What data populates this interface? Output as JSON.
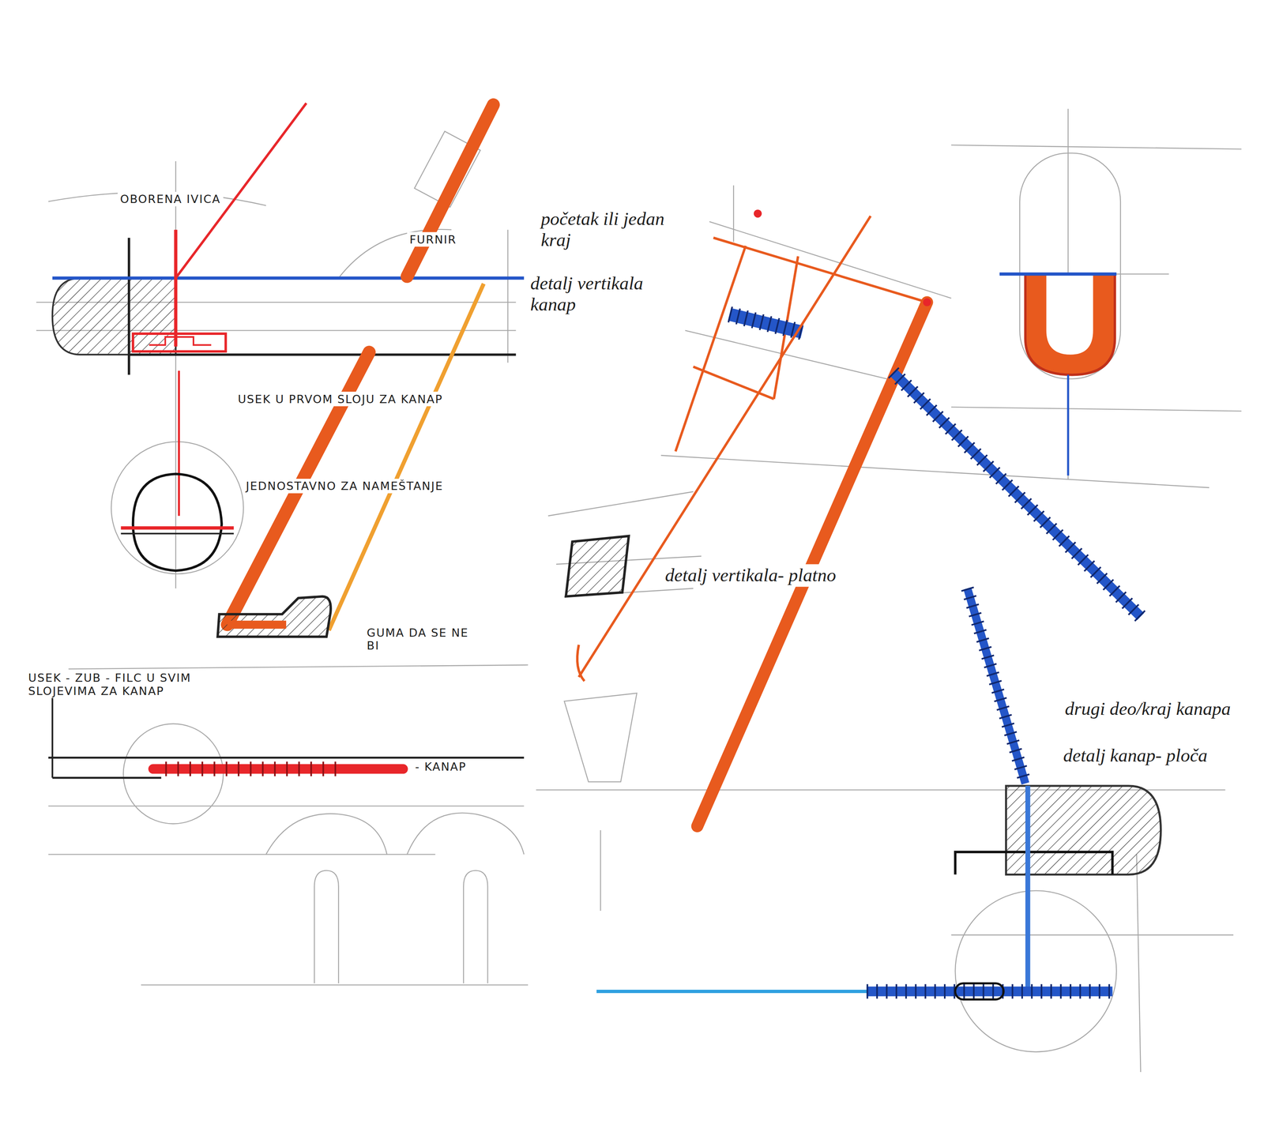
{
  "diagram": {
    "labels": [
      "OBORENA IVICA",
      "FURNIR",
      "početak ili jedan kraj",
      "detalj vertikala kanap",
      "USEK U PRVOM SLOJU ZA KANAP",
      "JEDNOSTAVNO ZA NAMEŠTANJE",
      "GUMA DA SE NE BI",
      "USEK - ZUB - FILC U SVIM SLOJEVIMA ZA KANAP",
      "- KANAP",
      "detalj vertikala- platno",
      "drugi deo/kraj kanapa",
      "detalj kanap- ploča"
    ]
  }
}
